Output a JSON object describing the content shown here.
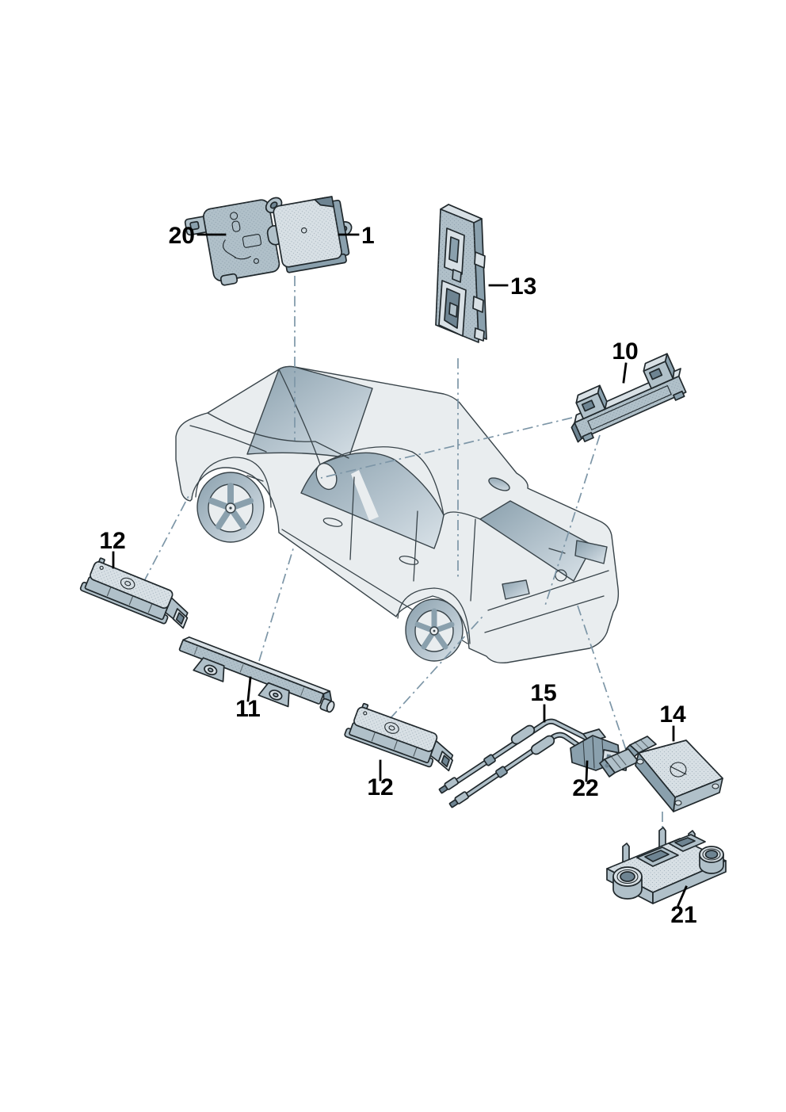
{
  "diagram": {
    "callouts": [
      {
        "id": "part-20",
        "label": "20"
      },
      {
        "id": "part-1",
        "label": "1"
      },
      {
        "id": "part-13",
        "label": "13"
      },
      {
        "id": "part-10",
        "label": "10"
      },
      {
        "id": "part-12-left",
        "label": "12"
      },
      {
        "id": "part-11",
        "label": "11"
      },
      {
        "id": "part-12-bottom",
        "label": "12"
      },
      {
        "id": "part-15",
        "label": "15"
      },
      {
        "id": "part-22",
        "label": "22"
      },
      {
        "id": "part-14",
        "label": "14"
      },
      {
        "id": "part-21",
        "label": "21"
      }
    ],
    "colors": {
      "background": "#ffffff",
      "outline": "#20282c",
      "part_light": "#d8e0e5",
      "part_mid": "#b0c0c9",
      "part_dark": "#8aa0ad",
      "part_deep": "#6e8492",
      "car_body": "#e9edef",
      "car_glass": "#b5c4ce",
      "car_line": "#39444a",
      "leader": "#7d96a7",
      "label": "#000000"
    }
  }
}
